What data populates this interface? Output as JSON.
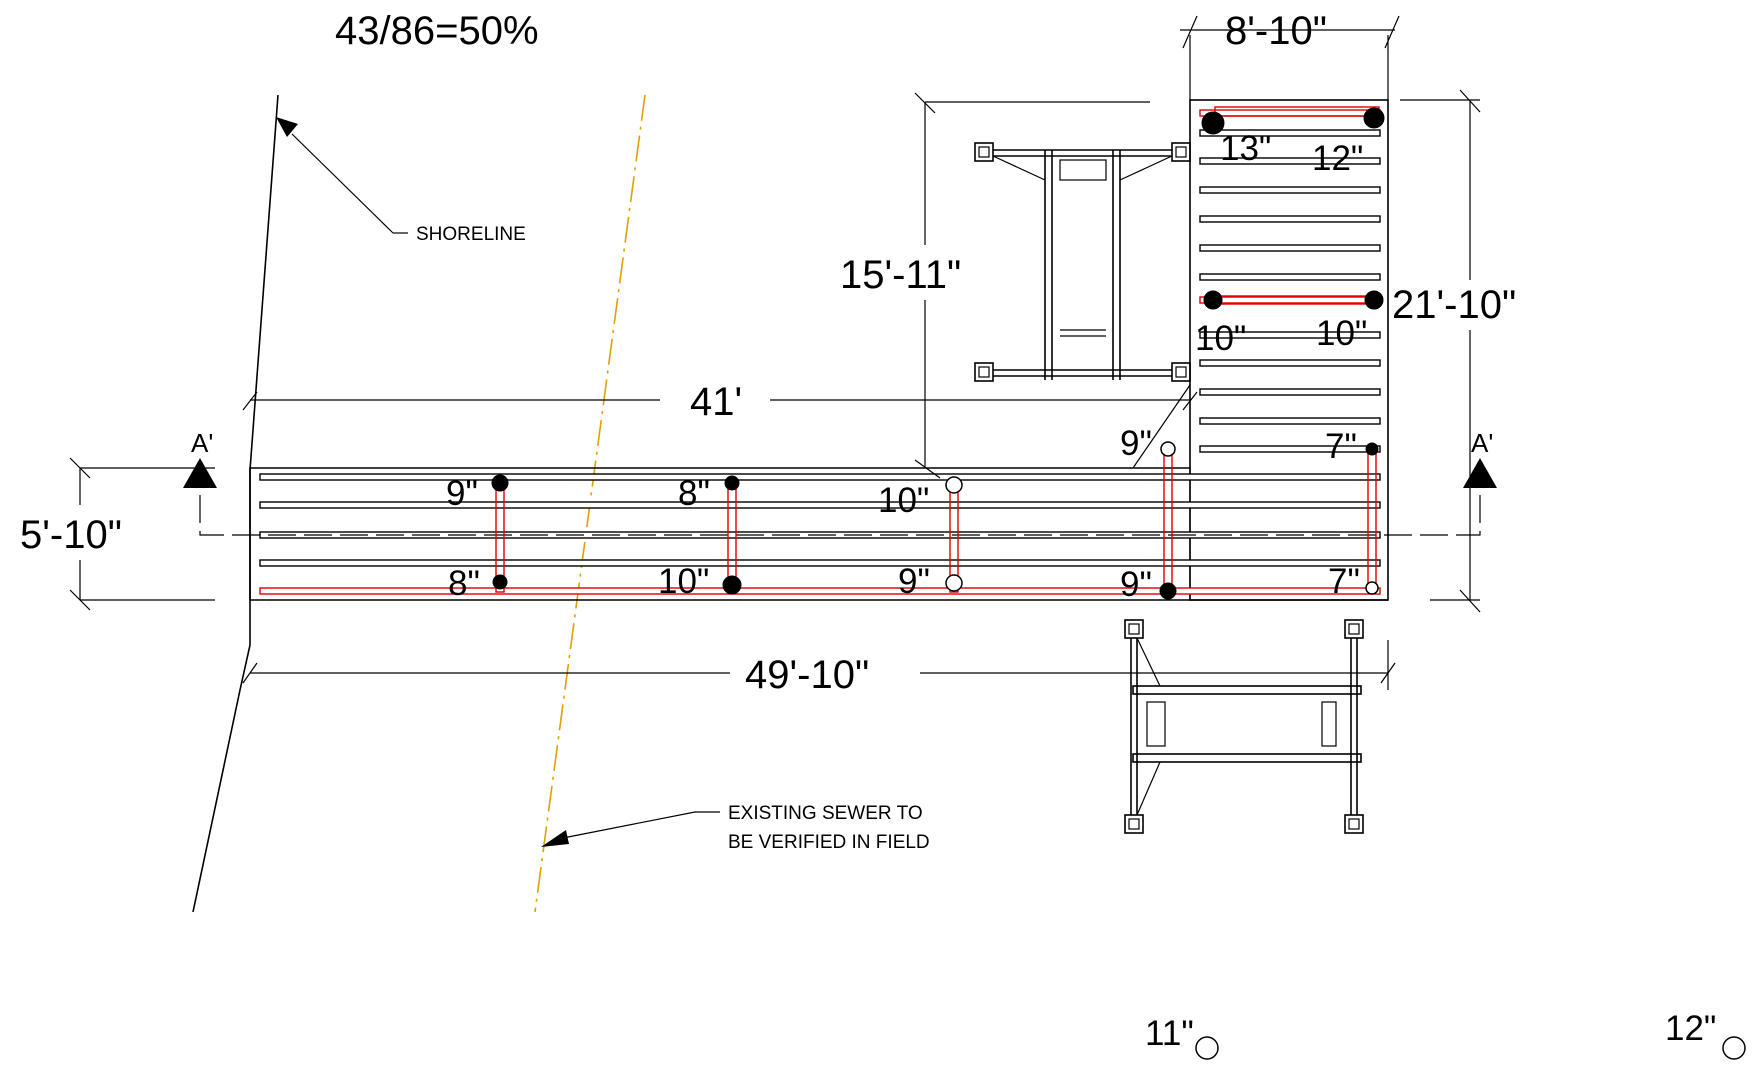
{
  "header": {
    "ratio": "43/86=50%"
  },
  "dimensions": {
    "platform_width": "8'-10\"",
    "gangway_span": "15'-11\"",
    "platform_length": "21'-10\"",
    "dock_overall_upper": "41'",
    "dock_width": "5'-10\"",
    "dock_overall_lower": "49'-10\""
  },
  "notes": {
    "shoreline": "SHORELINE",
    "sewer_line1": "EXISTING SEWER TO",
    "sewer_line2": "BE VERIFIED IN FIELD"
  },
  "section": {
    "left": "A'",
    "right": "A'"
  },
  "piles": {
    "platform_top_left": "13\"",
    "platform_top_right": "12\"",
    "platform_mid_left": "10\"",
    "platform_mid_right": "10\"",
    "platform_low_left": "9\"",
    "platform_low_right": "7\"",
    "dock_top_1": "9\"",
    "dock_top_2": "8\"",
    "dock_top_3": "10\"",
    "dock_bot_1": "8\"",
    "dock_bot_2": "10\"",
    "dock_bot_3": "9\"",
    "dock_bot_4": "9\"",
    "dock_bot_5": "7\"",
    "extra_1": "11\"",
    "extra_2": "12\""
  }
}
